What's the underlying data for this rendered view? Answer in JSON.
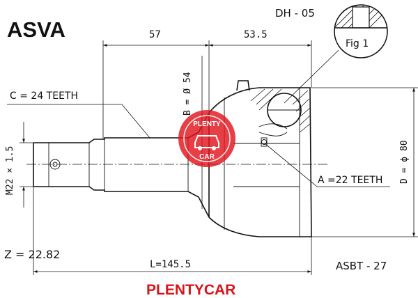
{
  "brand": "ASVA",
  "part_number": "DH - 05",
  "catalog_number": "ASBT - 27",
  "footer_brand": "PLENTYCAR",
  "fig_label": "Fig 1",
  "dimensions": {
    "top_left": "57",
    "top_right": "53.5",
    "bore_diameter": "B = Ø 54",
    "outer_diameter": "D = ϕ 80",
    "thread": "M22 × 1.5",
    "total_length": "L=145.5"
  },
  "callouts": {
    "outer_teeth": "C = 24 TEETH",
    "inner_teeth": "A =22 TEETH",
    "z_value": "Z = 22.82"
  },
  "watermark": {
    "top_text": "PLENTY",
    "bottom_text": "CAR",
    "color": "#e0151d"
  }
}
